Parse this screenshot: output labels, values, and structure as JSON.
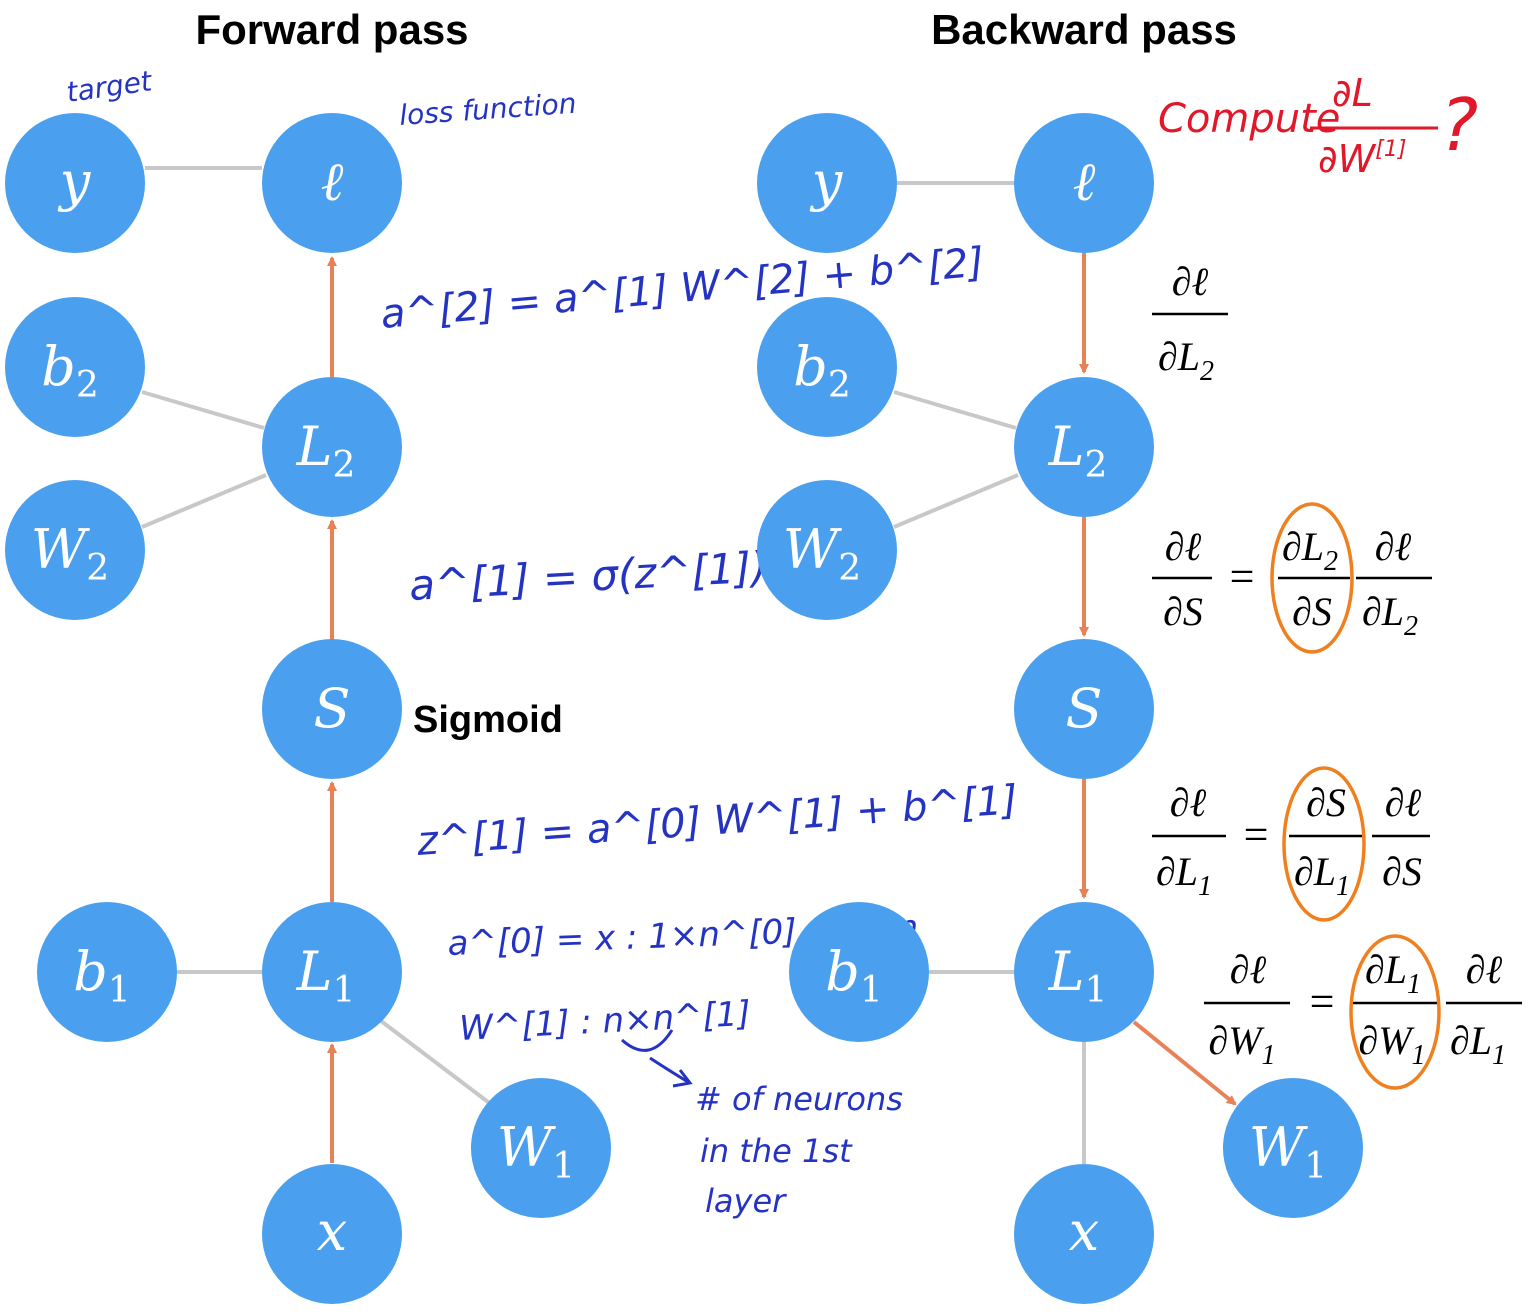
{
  "headings": {
    "forward": "Forward pass",
    "backward": "Backward pass"
  },
  "nodes": {
    "y": "y",
    "loss": "ℓ",
    "b2": {
      "base": "b",
      "sub": "2"
    },
    "L2": {
      "base": "L",
      "sub": "2"
    },
    "W2": {
      "base": "W",
      "sub": "2"
    },
    "S": "S",
    "b1": {
      "base": "b",
      "sub": "1"
    },
    "L1": {
      "base": "L",
      "sub": "1"
    },
    "W1": {
      "base": "W",
      "sub": "1"
    },
    "x": "x"
  },
  "sigmoid_label": "Sigmoid",
  "annotations": {
    "target": "target",
    "loss_function": "loss function",
    "a2_eq": "a^[2] = a^[1] W^[2] + b^[2]",
    "a1_eq": "a^[1] = σ(z^[1])",
    "z1_eq": "z^[1] = a^[0] W^[1] + b^[1]",
    "a0_eq": "a^[0] = x : 1×n^[0] = 1×n",
    "w1_eq": "W^[1] : n×n^[1]",
    "neurons_note": [
      "# of neurons",
      "in the 1st",
      "layer"
    ],
    "compute": "Compute",
    "compute_num": "∂L",
    "compute_den": "∂W",
    "compute_den_sup": "[1]",
    "question": "?"
  },
  "equations": {
    "dL2": {
      "num": "∂ℓ",
      "den": "∂L",
      "den_sub": "2"
    },
    "dS": {
      "lhs_num": "∂ℓ",
      "lhs_den": "∂S",
      "eq": "=",
      "r1_num": "∂L",
      "r1_num_sub": "2",
      "r1_den": "∂S",
      "r2_num": "∂ℓ",
      "r2_den": "∂L",
      "r2_den_sub": "2"
    },
    "dL1": {
      "lhs_num": "∂ℓ",
      "lhs_den": "∂L",
      "lhs_den_sub": "1",
      "eq": "=",
      "r1_num": "∂S",
      "r1_den": "∂L",
      "r1_den_sub": "1",
      "r2_num": "∂ℓ",
      "r2_den": "∂S"
    },
    "dW1": {
      "lhs_num": "∂ℓ",
      "lhs_den": "∂W",
      "lhs_den_sub": "1",
      "eq": "=",
      "r1_num": "∂L",
      "r1_num_sub": "1",
      "r1_den": "∂W",
      "r1_den_sub": "1",
      "r2_num": "∂ℓ",
      "r2_den": "∂L",
      "r2_den_sub": "1"
    }
  },
  "colors": {
    "node": "#4aa0ee",
    "arrow": "#e98157",
    "edge": "#c8c8c8",
    "handwriting": "#2433c2",
    "compute": "#e0182a",
    "highlight_ring": "#f07f1e"
  }
}
